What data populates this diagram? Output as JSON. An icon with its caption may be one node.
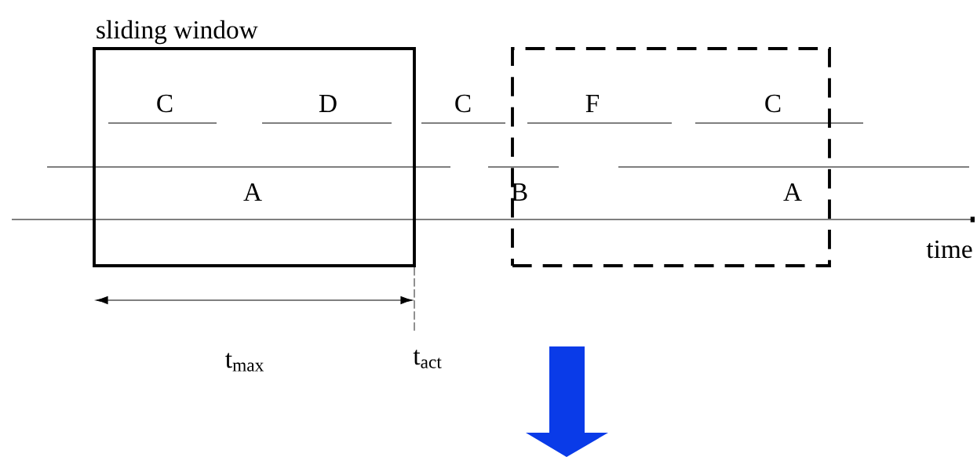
{
  "diagram": {
    "nodes": [
      {
        "text": [
          "sliding window"
        ]
      },
      {
        "text": [],
        "shape": "box"
      }
    ],
    "labels": [
      "C",
      "D",
      "C",
      "F",
      "C",
      "A",
      "B",
      "A",
      "time",
      "t$_{max}$",
      "t$_{act}$"
    ]
  }
}
